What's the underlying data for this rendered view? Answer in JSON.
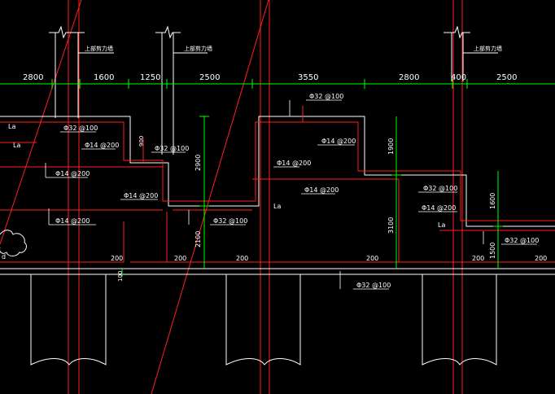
{
  "dimensions_top": [
    "2800",
    "1600",
    "1250",
    "2500",
    "3550",
    "2800",
    "400",
    "2500"
  ],
  "wall_notes": [
    "上部剪力墙",
    "上部剪力墙",
    "上部剪力墙"
  ],
  "bar_labels": {
    "r1": "Φ32 @100",
    "r2": "Φ14 @200",
    "r3": "Φ32 @100",
    "r4": "Φ14 @200",
    "r5": "Φ14 @200",
    "r6": "Φ14 @200",
    "r7": "Φ32 @100",
    "r8": "Φ32 @100",
    "r9": "Φ14 @200",
    "r10": "Φ14 @200",
    "r11": "Φ14 @200",
    "r12": "Φ32 @100",
    "r13": "Φ14 @200",
    "r14": "Φ32 @100",
    "r15": "Φ32 @100"
  },
  "la_labels": [
    "La",
    "La",
    "La",
    "La"
  ],
  "depth_dims": [
    "2900",
    "2100",
    "1900",
    "3100",
    "1600",
    "1500",
    "900"
  ],
  "cover_dims": [
    "200",
    "200",
    "200",
    "200",
    "200",
    "200"
  ],
  "bottom_dim": "100",
  "edge_letter": "d",
  "colors": {
    "background": "#000000",
    "outline": "#ffffff",
    "rebar": "#ff2020",
    "dimension": "#00ff00",
    "text": "#ffffff"
  }
}
